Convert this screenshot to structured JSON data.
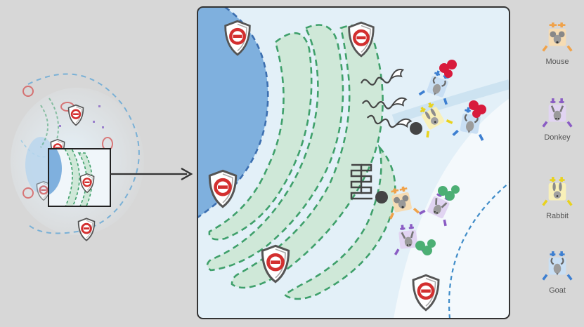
{
  "colors": {
    "background": "#d7d7d7",
    "panel_fill": "#f4f9fc",
    "panel_border": "#333333",
    "nucleus": "#7fb0de",
    "nucleus_border": "#3c6fb0",
    "er_fill": "#cfe8d8",
    "er_border": "#3fa06b",
    "membrane": "#3f8cc8",
    "shield_fill": "#ffffff",
    "shield_border": "#555555",
    "block_red": "#d32f2f",
    "mouse": "#f0a24a",
    "donkey": "#8a5cc4",
    "rabbit": "#e8d21e",
    "goat": "#3d7fd1",
    "antigen": "#444444",
    "red_dots": "#d81b3c",
    "green_dots": "#4caf74"
  },
  "icons": [
    "blocked-shield-icon",
    "mouse-antibody-icon",
    "donkey-antibody-icon",
    "rabbit-antibody-icon",
    "goat-antibody-icon",
    "arrow-icon"
  ],
  "legend": [
    {
      "key": "mouse",
      "label": "Mouse"
    },
    {
      "key": "donkey",
      "label": "Donkey"
    },
    {
      "key": "rabbit",
      "label": "Rabbit"
    },
    {
      "key": "goat",
      "label": "Goat"
    }
  ]
}
